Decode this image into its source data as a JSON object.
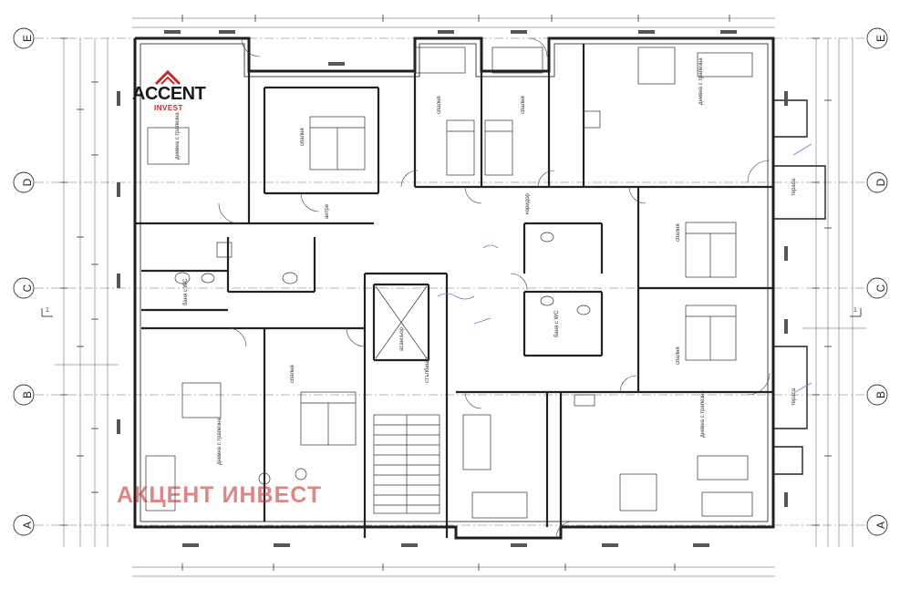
{
  "grid_axes": {
    "rows": [
      "E",
      "D",
      "C",
      "B",
      "A"
    ],
    "section_marks": [
      "1",
      "1"
    ]
  },
  "logo": {
    "name": "ACCENT",
    "sub": "INVEST"
  },
  "watermark": "АКЦЕНТ ИНВЕСТ",
  "rooms": [
    {
      "label": "дневна с трапезна"
    },
    {
      "label": "спалня"
    },
    {
      "label": "спалня"
    },
    {
      "label": "спалня"
    },
    {
      "label": "дневна с трапезна"
    },
    {
      "label": "спалня"
    },
    {
      "label": "баня с WC"
    },
    {
      "label": "антре"
    },
    {
      "label": "асансьор"
    },
    {
      "label": "стълбище"
    },
    {
      "label": "спалня"
    },
    {
      "label": "дневна с трапезна"
    },
    {
      "label": "спалня"
    },
    {
      "label": "дневна с трапезна"
    },
    {
      "label": "баня с WC"
    },
    {
      "label": "коридор"
    },
    {
      "label": "тераса"
    },
    {
      "label": "тераса"
    }
  ],
  "colors": {
    "line": "#2a2a2a",
    "grid": "#6a6a6a",
    "accent": "#c62828"
  }
}
